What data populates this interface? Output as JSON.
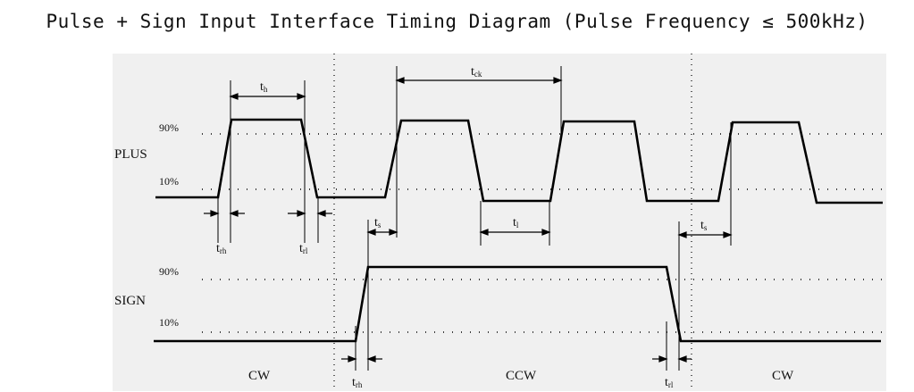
{
  "title": "Pulse + Sign Input Interface Timing Diagram (Pulse Frequency ≤ 500kHz)",
  "signals": {
    "plus": "PLUS",
    "sign": "SIGN"
  },
  "levels": {
    "high": "90%",
    "low": "10%"
  },
  "timing": {
    "t": "t",
    "h": "h",
    "ck": "ck",
    "s": "s",
    "l": "l",
    "rh": "rh",
    "rl": "rl"
  },
  "directions": {
    "cw": "CW",
    "ccw": "CCW"
  },
  "colors": {
    "panel": "#f0f0f0",
    "line": "#000000"
  }
}
